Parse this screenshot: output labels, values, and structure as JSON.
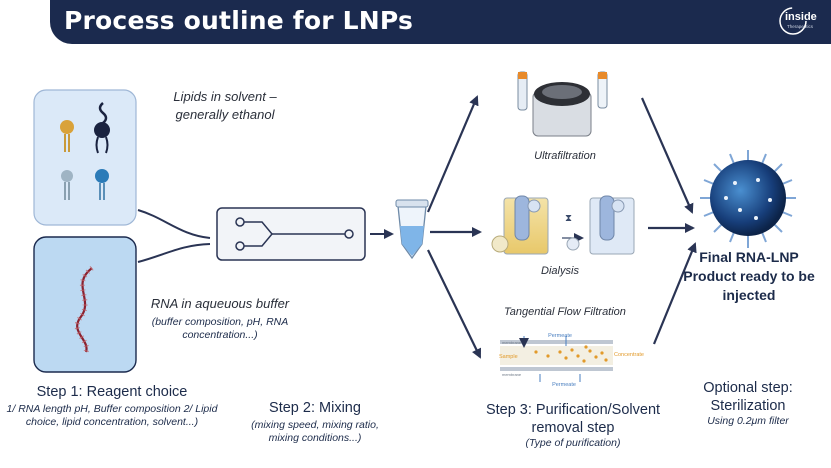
{
  "header": {
    "title": "Process outline for LNPs",
    "logo_text": "inside",
    "logo_sub": "Therapeutics"
  },
  "reagents": {
    "lipids_caption": "Lipids in solvent – generally ethanol",
    "rna_caption": "RNA in aqueuous buffer",
    "rna_detail": "(buffer composition, pH, RNA concentration...)"
  },
  "purification": {
    "ultrafiltration": "Ultrafiltration",
    "dialysis": "Dialysis",
    "tff": "Tangential Flow Filtration",
    "tff_labels": {
      "permeate": "Permeate",
      "sample": "Sample",
      "concentrate": "Concentrate",
      "membrane": "membrane"
    }
  },
  "final": {
    "label": "Final RNA-LNP Product ready to be injected"
  },
  "steps": [
    {
      "title": "Step 1: Reagent choice",
      "detail": "1/ RNA length pH, Buffer composition 2/ Lipid choice, lipid concentration, solvent...)"
    },
    {
      "title": "Step 2: Mixing",
      "detail": "(mixing speed, mixing ratio, mixing conditions...)"
    },
    {
      "title": "Step 3: Purification/Solvent removal step",
      "detail": "(Type of purification)"
    },
    {
      "title": "Optional step: Sterilization",
      "detail": "Using 0.2μm filter"
    }
  ],
  "colors": {
    "header": "#1b2a4e",
    "arrow": "#2a3454",
    "panel": "#dbe9f8",
    "rna_panel": "#bcd9f2"
  }
}
